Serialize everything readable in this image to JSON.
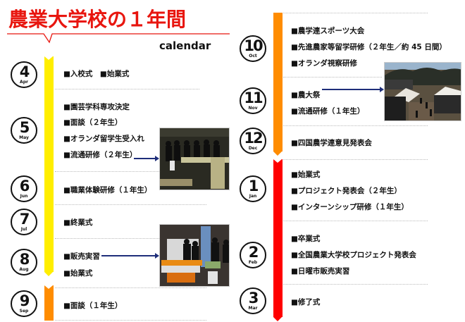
{
  "header": {
    "title": "農業大学校の１年間",
    "subtitle": "calendar",
    "accent_color": "#e8160f"
  },
  "colors": {
    "spring_summer_bar": "#ffee00",
    "autumn_bar": "#ff8c00",
    "winter_bar": "#ff0000",
    "arrow": "#1e2e7a"
  },
  "months": [
    {
      "num": "4",
      "abbr": "Apr",
      "events": [
        "■入校式　■始業式"
      ]
    },
    {
      "num": "5",
      "abbr": "May",
      "events": [
        "■園芸学科専攻決定",
        "■面談（２年生）",
        "■オランダ留学生受入れ",
        "■流通研修（２年生）"
      ]
    },
    {
      "num": "6",
      "abbr": "Jun",
      "events": [
        "■職業体験研修（１年生）"
      ]
    },
    {
      "num": "7",
      "abbr": "Jul",
      "events": [
        "■終業式"
      ]
    },
    {
      "num": "8",
      "abbr": "Aug",
      "events": [
        "■販売実習",
        "■始業式"
      ]
    },
    {
      "num": "9",
      "abbr": "Sep",
      "events": [
        "■面談（１年生）"
      ]
    },
    {
      "num": "10",
      "abbr": "Oct",
      "events": [
        "■農学連スポーツ大会",
        "■先進農家等留学研修（２年生／約 45 日間）",
        "■オランダ視察研修"
      ]
    },
    {
      "num": "11",
      "abbr": "Nov",
      "events": [
        "■農大祭",
        "■流通研修（１年生）"
      ]
    },
    {
      "num": "12",
      "abbr": "Dec",
      "events": [
        "■四国農学連意見発表会"
      ]
    },
    {
      "num": "1",
      "abbr": "Jan",
      "events": [
        "■始業式",
        "■プロジェクト発表会（２年生）",
        "■インターンシップ研修（１年生）"
      ]
    },
    {
      "num": "2",
      "abbr": "Feb",
      "events": [
        "■卒業式",
        "■全国農業大学校プロジェクト発表会",
        "■日曜市販売実習"
      ]
    },
    {
      "num": "3",
      "abbr": "Mar",
      "events": [
        "■修了式"
      ]
    }
  ],
  "photos": [
    {
      "name": "distribution-training-photo",
      "caption_link": "流通研修（２年生）"
    },
    {
      "name": "sales-practice-photo",
      "caption_link": "販売実習"
    },
    {
      "name": "agri-festival-photo",
      "caption_link": "農大祭"
    }
  ]
}
